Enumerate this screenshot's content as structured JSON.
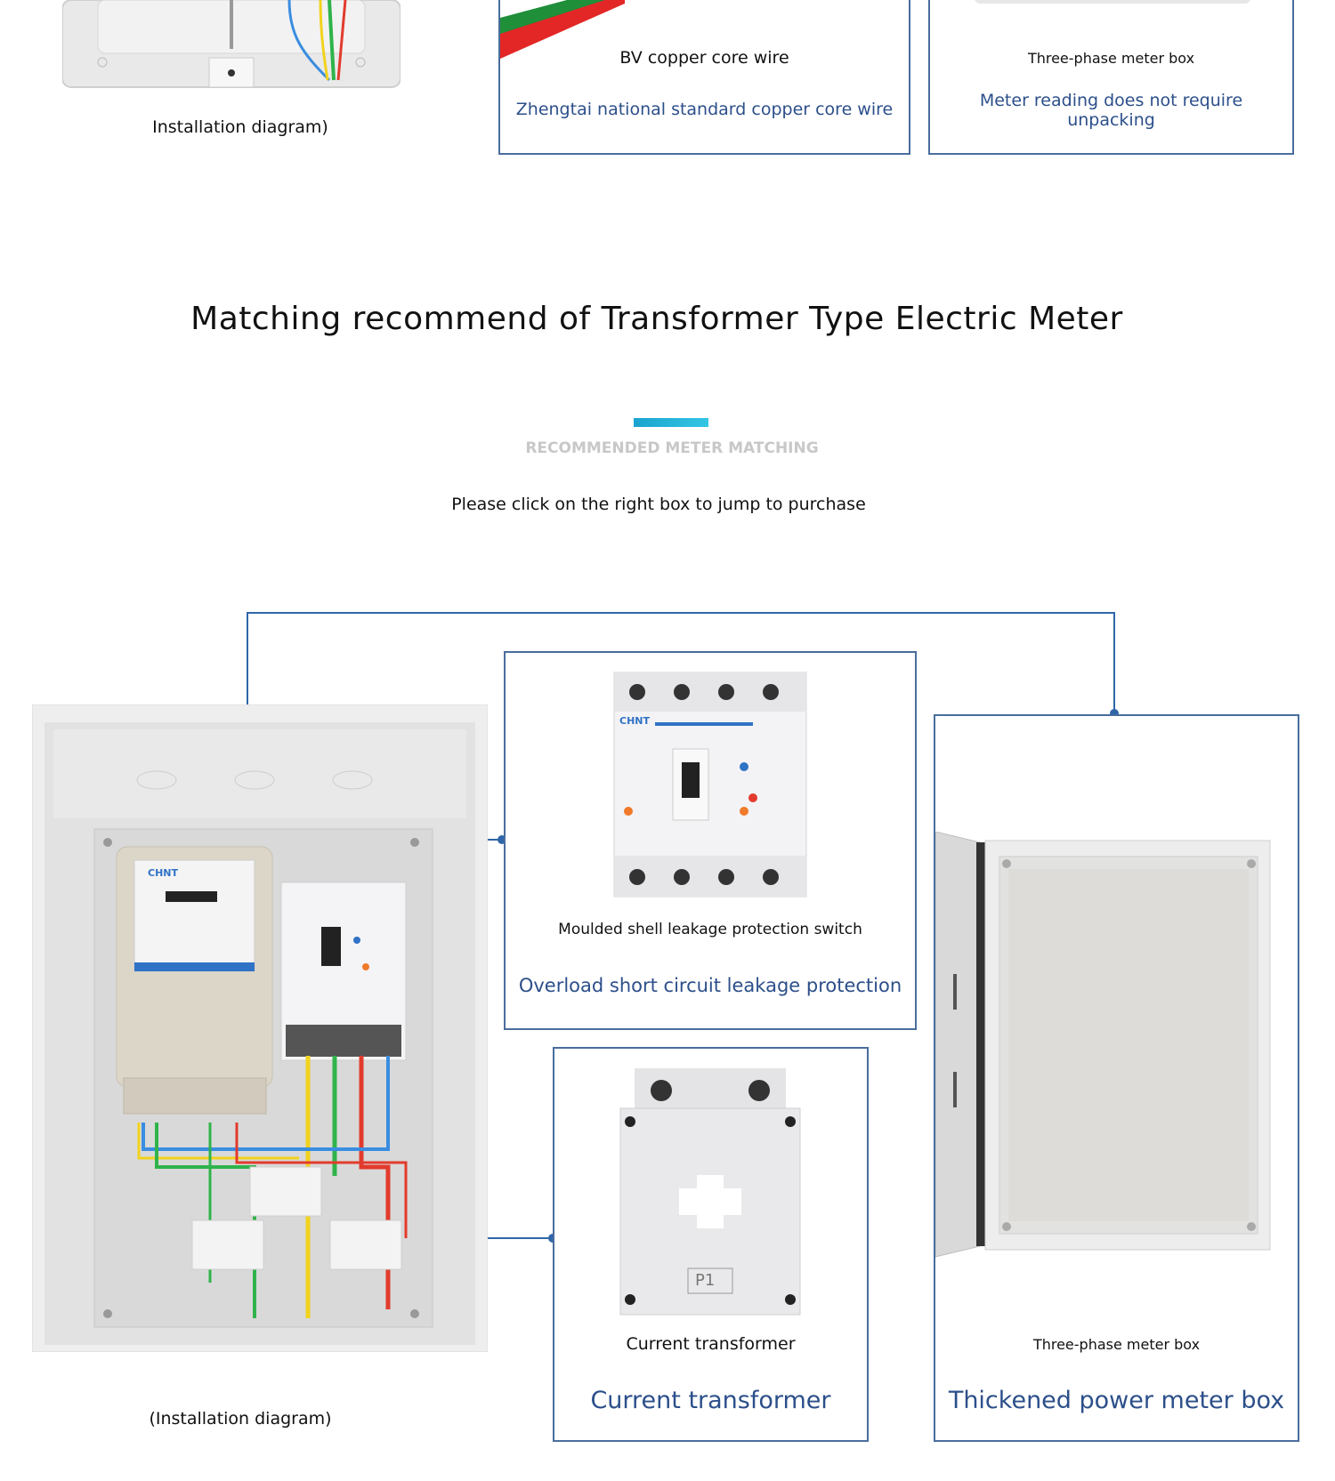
{
  "top": {
    "installation_caption": "Installation diagram)",
    "card_wire": {
      "title": "BV copper core wire",
      "subtitle": "Zhengtai national standard copper core wire"
    },
    "card_box": {
      "title": "Three-phase meter box",
      "subtitle": "Meter reading does not require unpacking"
    }
  },
  "section": {
    "heading": "Matching recommend of Transformer Type Electric Meter",
    "tag": "RECOMMENDED METER MATCHING",
    "instruction": "Please click on the right box to jump to purchase",
    "accent_color": "#2ab7d8"
  },
  "bottom": {
    "installation_caption": "(Installation diagram)",
    "card_switch": {
      "title": "Moulded shell leakage protection switch",
      "subtitle": "Overload short circuit leakage protection"
    },
    "card_ct": {
      "title": "Current transformer",
      "subtitle": "Current transformer"
    },
    "card_box": {
      "title": "Three-phase meter box",
      "subtitle": "Thickened power meter box"
    },
    "brand_label": "CHNT",
    "ct_label": "P1"
  },
  "colors": {
    "border": "#4a6d9c",
    "link_line": "#2f66a8",
    "subtitle": "#2c4f8a"
  }
}
